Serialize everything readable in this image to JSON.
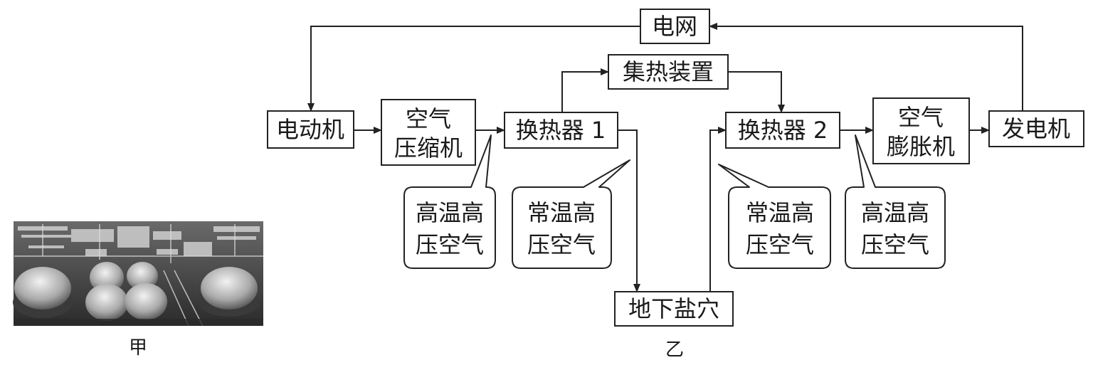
{
  "nodes": {
    "grid": "电网",
    "heat_collector": "集热装置",
    "motor": "电动机",
    "compressor": [
      "空气",
      "压缩机"
    ],
    "heat_exchanger_1": "换热器 1",
    "heat_exchanger_2": "换热器 2",
    "expander": [
      "空气",
      "膨胀机"
    ],
    "generator": "发电机",
    "salt_cavern": "地下盐穴"
  },
  "callouts": {
    "hp_hot_1": [
      "高温高",
      "压空气"
    ],
    "hp_normal_1": [
      "常温高",
      "压空气"
    ],
    "hp_normal_2": [
      "常温高",
      "压空气"
    ],
    "hp_hot_2": [
      "高温高",
      "压空气"
    ]
  },
  "captions": {
    "photo": "甲",
    "diagram": "乙"
  },
  "photo_description": "aerial photo of an industrial plant with domed storage tanks"
}
